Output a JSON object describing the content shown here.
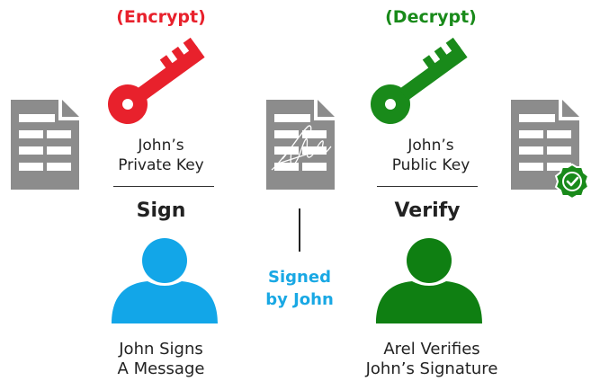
{
  "colors": {
    "encrypt": "#e8212c",
    "decrypt": "#198a1a",
    "person_left": "#12a6e8",
    "person_right": "#0f7f12",
    "document": "#8c8c8c",
    "signed_text": "#19a8e4"
  },
  "encrypt_label": "(Encrypt)",
  "decrypt_label": "(Decrypt)",
  "private_key": {
    "line1": "John’s",
    "line2": "Private Key"
  },
  "public_key": {
    "line1": "John’s",
    "line2": "Public Key"
  },
  "sign_label": "Sign",
  "verify_label": "Verify",
  "signed_by": {
    "line1": "Signed",
    "line2": "by John"
  },
  "left_caption": {
    "line1": "John Signs",
    "line2": "A Message"
  },
  "right_caption": {
    "line1": "Arel Verifies",
    "line2": "John’s Signature"
  },
  "icons": [
    "document-icon",
    "key-icon",
    "signed-document-icon",
    "person-icon",
    "verified-document-icon",
    "check-badge-icon"
  ]
}
